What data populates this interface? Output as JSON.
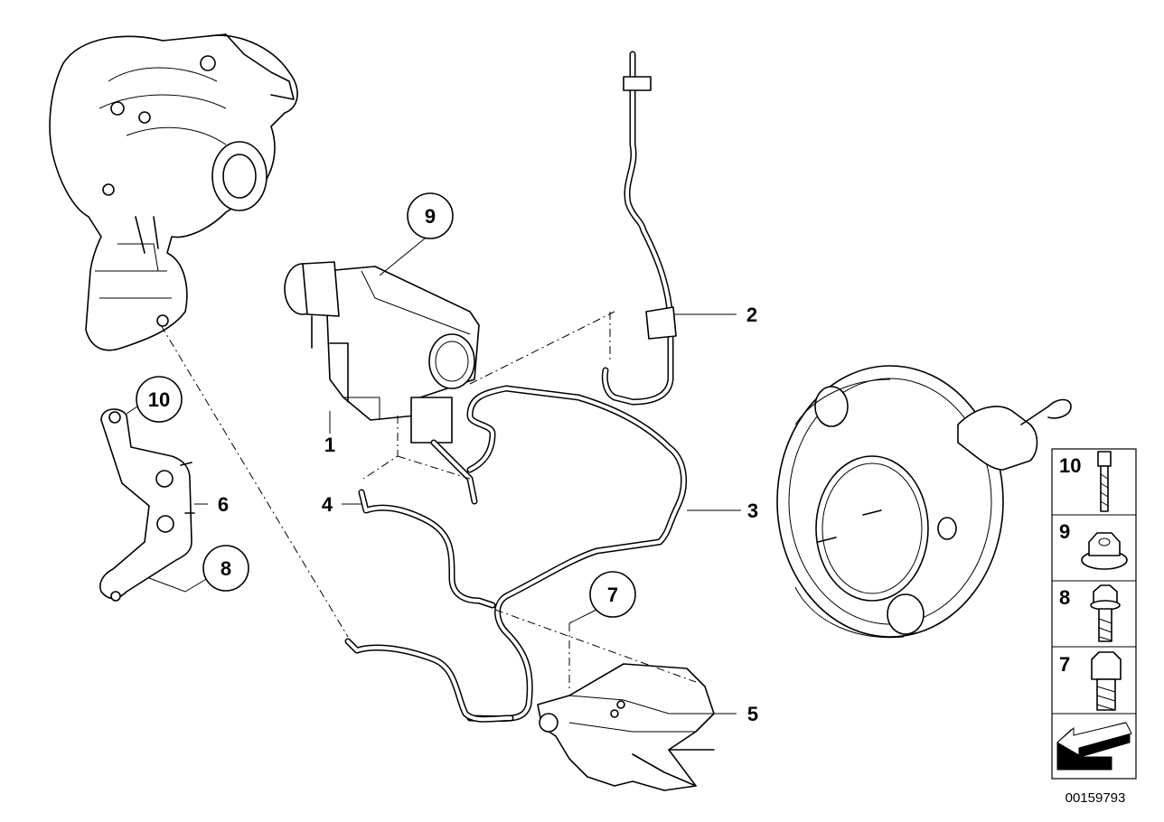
{
  "callouts": {
    "c1": "1",
    "c2": "2",
    "c3": "3",
    "c4": "4",
    "c5": "5",
    "c6": "6",
    "c7": "7",
    "c8": "8",
    "c9": "9",
    "c10": "10"
  },
  "legend": {
    "items": [
      "10",
      "9",
      "8",
      "7"
    ]
  },
  "diagram_number": "00159793"
}
